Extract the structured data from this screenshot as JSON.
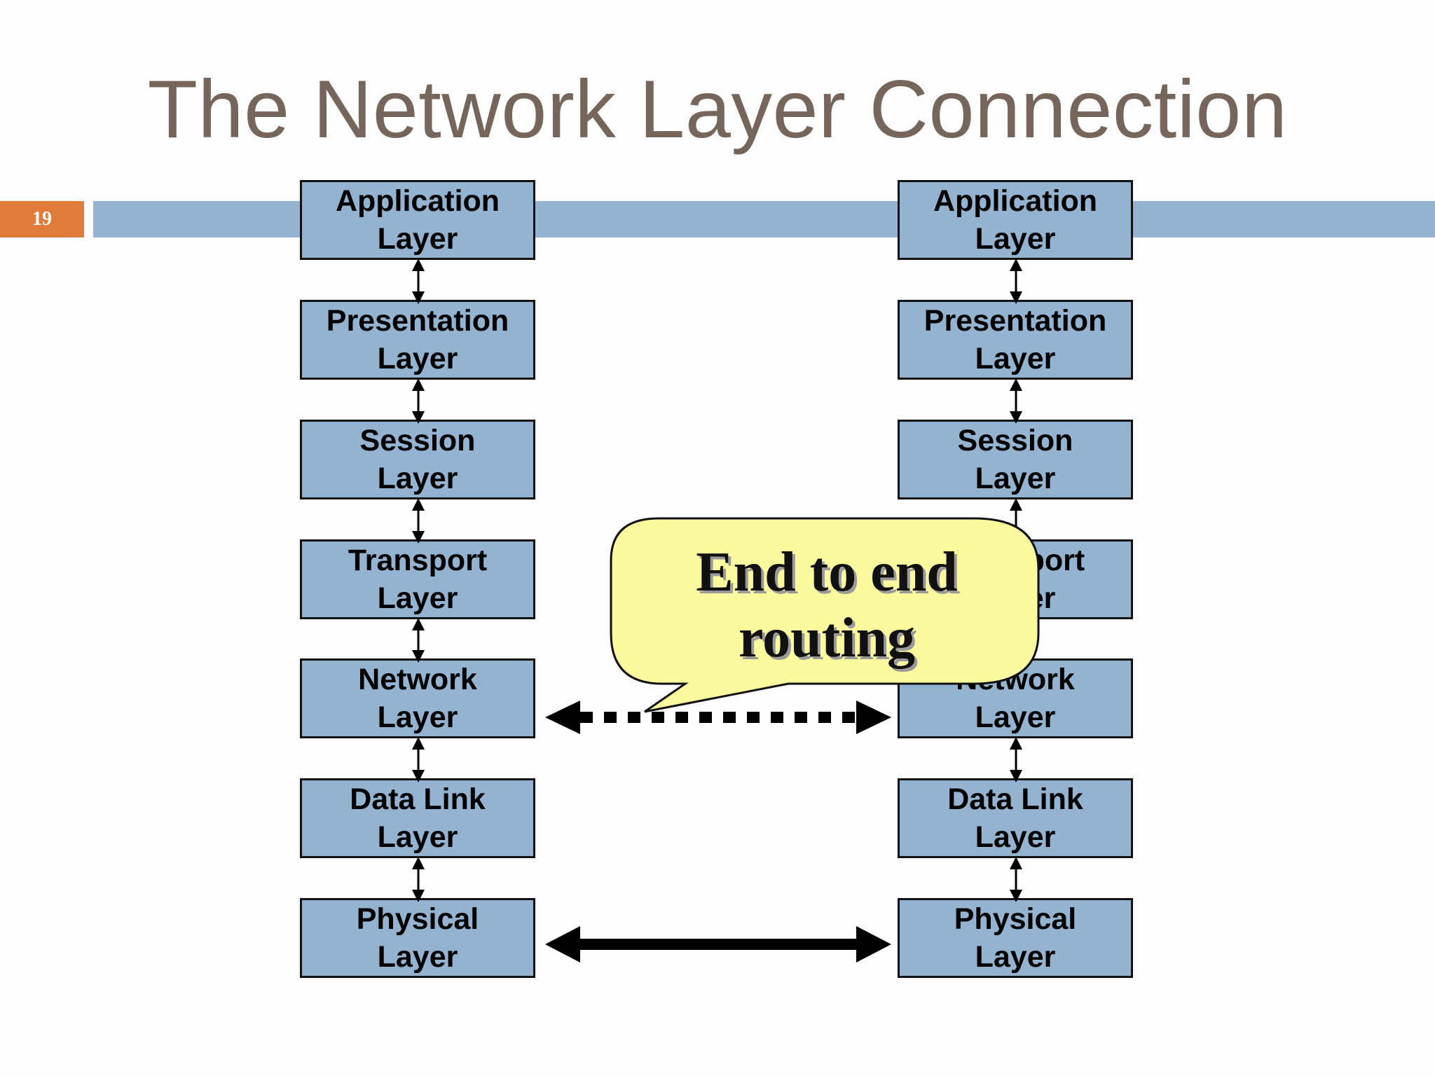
{
  "slide": {
    "title": "The Network Layer Connection",
    "number": "19"
  },
  "left_stack": [
    {
      "line1": "Application",
      "line2": "Layer"
    },
    {
      "line1": "Presentation",
      "line2": "Layer"
    },
    {
      "line1": "Session",
      "line2": "Layer"
    },
    {
      "line1": "Transport",
      "line2": "Layer"
    },
    {
      "line1": "Network",
      "line2": "Layer"
    },
    {
      "line1": "Data Link",
      "line2": "Layer"
    },
    {
      "line1": "Physical",
      "line2": "Layer"
    }
  ],
  "right_stack": [
    {
      "line1": "Application",
      "line2": "Layer"
    },
    {
      "line1": "Presentation",
      "line2": "Layer"
    },
    {
      "line1": "Session",
      "line2": "Layer"
    },
    {
      "line1": "Transport",
      "line2": "Layer"
    },
    {
      "line1": "Network",
      "line2": "Layer"
    },
    {
      "line1": "Data Link",
      "line2": "Layer"
    },
    {
      "line1": "Physical",
      "line2": "Layer"
    }
  ],
  "callout": {
    "line1": "End to end",
    "line2": "routing"
  },
  "colors": {
    "title": "#76655a",
    "accent_orange": "#e07b39",
    "layer_fill": "#93b3d0",
    "callout_fill": "#fbf99e"
  }
}
